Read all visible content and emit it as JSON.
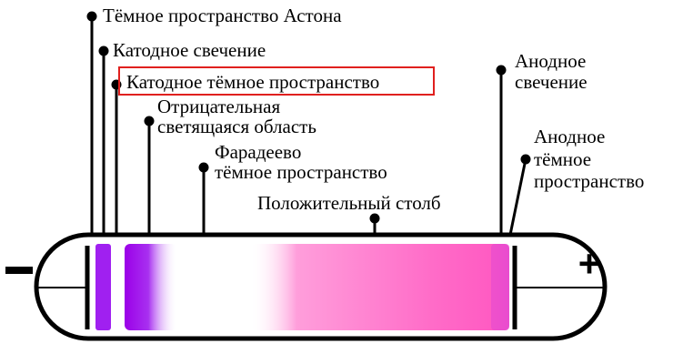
{
  "labels": {
    "aston_dark_space": "Тёмное пространство Астона",
    "cathode_glow": "Катодное свечение",
    "cathode_dark_space": "Катодное тёмное пространство",
    "negative_glow_line1": "Отрицательная",
    "negative_glow_line2": "светящаяся область",
    "faraday_dark_space_line1": "Фарадеево",
    "faraday_dark_space_line2": "тёмное пространство",
    "positive_column": "Положительный столб",
    "anode_glow_line1": "Анодное",
    "anode_glow_line2": "свечение",
    "anode_dark_space_line1": "Анодное",
    "anode_dark_space_line2": "тёмное",
    "anode_dark_space_line3": "пространство"
  },
  "electrodes": {
    "cathode_sign": "−",
    "anode_sign": "+"
  },
  "colors": {
    "cathode_glow": "#a020f0",
    "negative_glow": "#9b00e8",
    "positive_column": "#ff66c8",
    "anode_glow": "#e84ccf",
    "highlight_box": "#e0201e",
    "outline": "#000000"
  }
}
